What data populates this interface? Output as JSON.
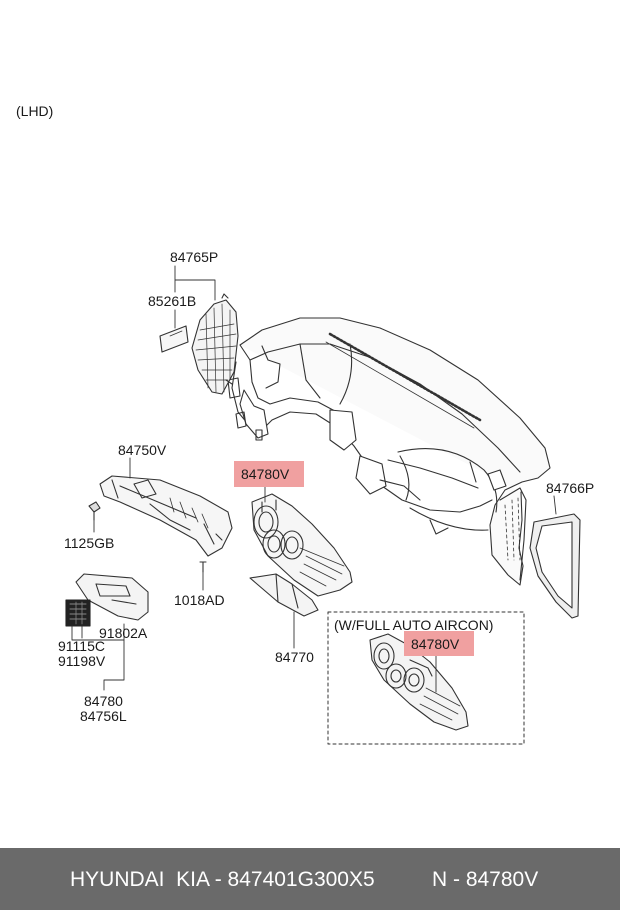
{
  "diagram": {
    "view_tag": "(LHD)",
    "variant_caption": "(W/FULL AUTO AIRCON)",
    "labels": {
      "p84765P": "84765P",
      "p85261B": "85261B",
      "p84750V": "84750V",
      "p1125GB": "1125GB",
      "p84780V_main": "84780V",
      "p84766P": "84766P",
      "p1018AD": "1018AD",
      "p91802A": "91802A",
      "p91115C": "91115C",
      "p91198V": "91198V",
      "p84770": "84770",
      "p84780": "84780",
      "p84756L": "84756L",
      "p84780V_variant": "84780V"
    },
    "highlight_color": "#f0a0a0"
  },
  "footer": {
    "brand": "HYUNDAI  KIA - 847401G300X5",
    "part_ref": "N - 84780V"
  }
}
